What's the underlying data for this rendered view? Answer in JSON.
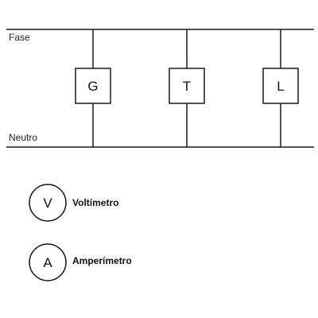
{
  "rails": {
    "top": "Fase",
    "bottom": "Neutro"
  },
  "devices": [
    {
      "id": "g",
      "label": "G"
    },
    {
      "id": "t",
      "label": "T"
    },
    {
      "id": "l",
      "label": "L"
    }
  ],
  "legend": [
    {
      "id": "voltmeter",
      "symbol": "V",
      "name": "Voltímetro"
    },
    {
      "id": "ammeter",
      "symbol": "A",
      "name": "Amperímetro"
    }
  ]
}
